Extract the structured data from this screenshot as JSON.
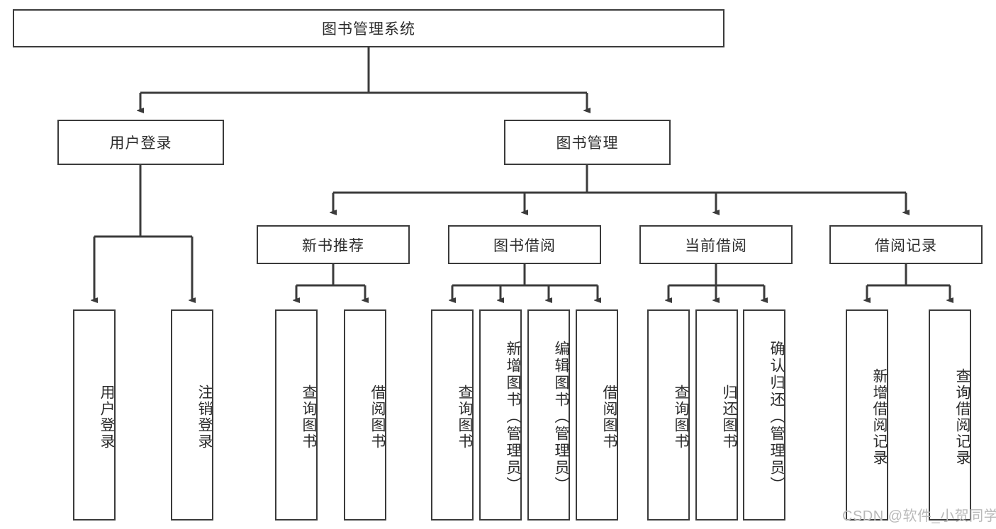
{
  "diagram": {
    "title": "图书管理系统",
    "type": "tree-hierarchy",
    "root": {
      "label": "图书管理系统"
    },
    "level2": [
      {
        "label": "用户登录"
      },
      {
        "label": "图书管理"
      }
    ],
    "level3": [
      {
        "label": "新书推荐"
      },
      {
        "label": "图书借阅"
      },
      {
        "label": "当前借阅"
      },
      {
        "label": "借阅记录"
      }
    ],
    "leaves": {
      "user_login": [
        {
          "label": "用户登录"
        },
        {
          "label": "注销登录"
        }
      ],
      "new_book_recommend": [
        {
          "label": "查询图书"
        },
        {
          "label": "借阅图书"
        }
      ],
      "book_borrow": [
        {
          "label": "查询图书"
        },
        {
          "label": "新增图书（管理员）"
        },
        {
          "label": "编辑图书（管理员）"
        },
        {
          "label": "借阅图书"
        }
      ],
      "current_borrow": [
        {
          "label": "查询图书"
        },
        {
          "label": "归还图书"
        },
        {
          "label": "确认归还（管理员）"
        }
      ],
      "borrow_record": [
        {
          "label": "新增借阅记录"
        },
        {
          "label": "查询借阅记录"
        }
      ]
    }
  },
  "colors": {
    "stroke": "#3b3b3b",
    "text": "#2b2b2b",
    "background": "#ffffff",
    "watermark": "#b9b9b9"
  },
  "watermark": {
    "text": "CSDN @软件_小贺同学"
  }
}
